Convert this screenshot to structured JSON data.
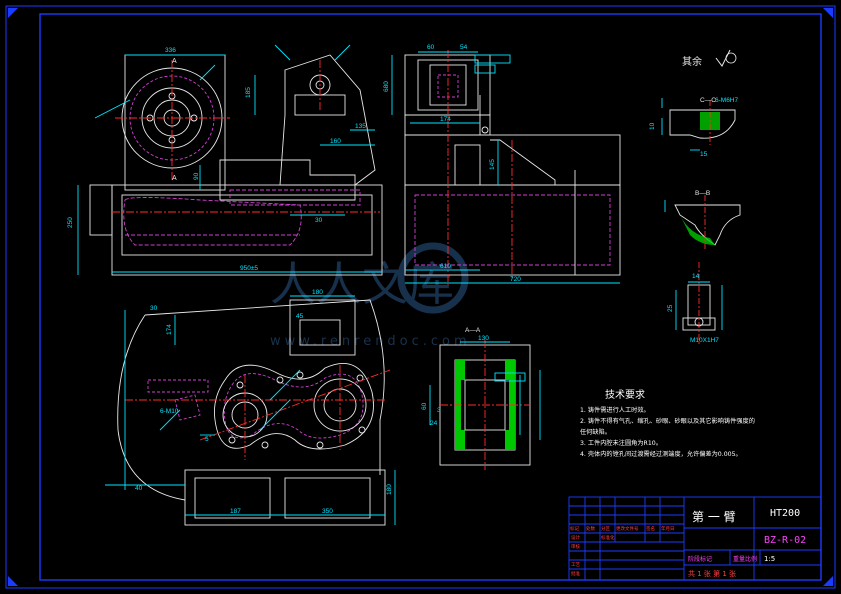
{
  "colors": {
    "background": "#000000",
    "border": "#1a3cff",
    "outline": "#e8e8e8",
    "dimension": "#00e5ff",
    "hidden": "#d040d0",
    "center": "#ff2a2a",
    "hatch": "#00c800",
    "title_text": "#ffffff",
    "title_red": "#ff4040",
    "title_magenta": "#ff40ff",
    "watermark": "#2a5a8a"
  },
  "dimensions": {
    "d336": "336",
    "d185": "185",
    "d160": "160",
    "d135": "135",
    "d30a": "30",
    "d90": "90",
    "d250": "250",
    "d950": "950±5",
    "d60": "60",
    "d54": "54",
    "d174a": "174",
    "d680": "680",
    "d145": "145",
    "d610": "610",
    "d720": "720",
    "d180": "180",
    "d45": "45",
    "d174b": "174",
    "d30b": "30",
    "d40": "40",
    "d187": "187",
    "d350": "350",
    "d180b": "180",
    "d5": "5",
    "d130": "130",
    "d60b": "60",
    "d15": "15",
    "d14": "14",
    "d10": "10",
    "d25": "25",
    "d3": "3",
    "d24": "24"
  },
  "labels": {
    "section_aa": "A—A",
    "section_cc": "C—C",
    "section_bb": "B—B",
    "mark_a_top": "A",
    "mark_a_bot": "A",
    "thread_cc": "6-M6H7",
    "thread_bolt": "M10X1H7",
    "thread_left": "6-M10",
    "others": "其余"
  },
  "requirements": {
    "title": "技术要求",
    "items": [
      "1. 铸件需进行人工时效。",
      "2. 铸件不得有气孔、缩孔、砂眼、砂眼以及其它影响铸件强度的",
      "   任何缺陷。",
      "3. 工件内腔未注圆角为R10。",
      "4. 壳体内的镗孔间过渡需经过测端度，允许偏差为0.005。"
    ]
  },
  "title_block": {
    "part_name": "第 一 臂",
    "material": "HT200",
    "drawing_no": "BZ-R-02",
    "scale": "1:5",
    "footer": "共 1 张 第 1 张",
    "mass_label": "重量",
    "scale_label": "比例",
    "cells": [
      "标记",
      "处数",
      "分区",
      "更改文件号",
      "签名",
      "年月日",
      "设计",
      "审核",
      "工艺",
      "批准",
      "标准化",
      "阶段标记"
    ]
  },
  "watermark": {
    "text": "人人文库",
    "url": "www.renrendoc.com"
  }
}
